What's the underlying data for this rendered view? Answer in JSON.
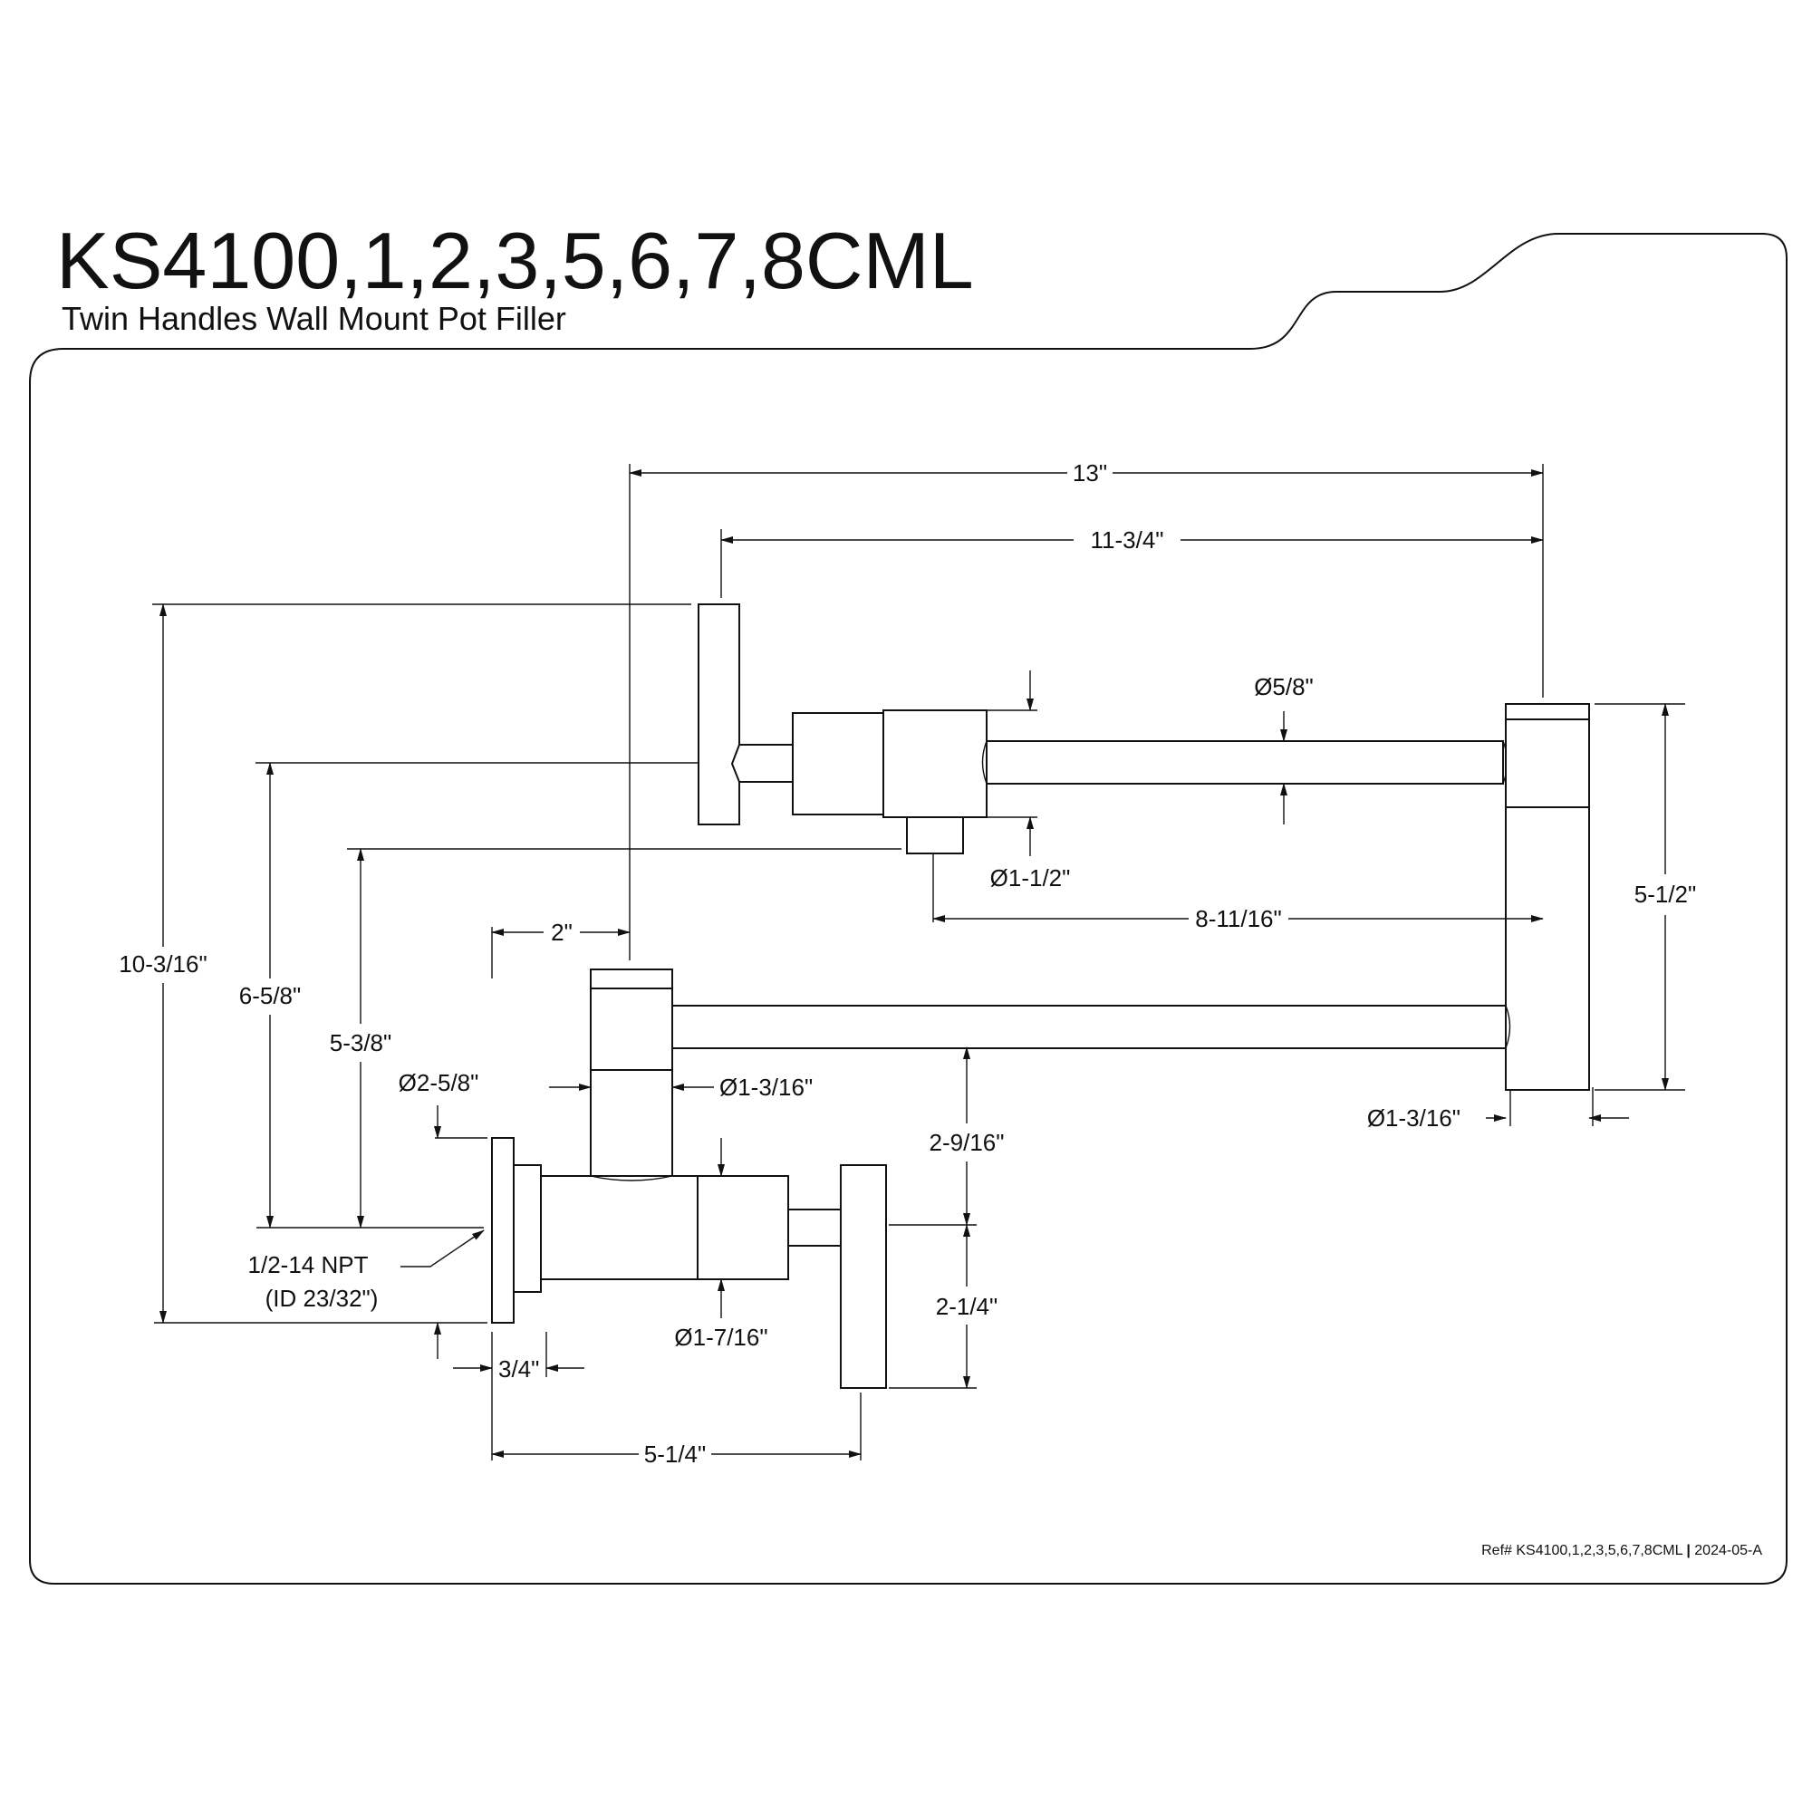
{
  "header": {
    "model": "KS4100,1,2,3,5,6,7,8CML",
    "description": "Twin Handles Wall Mount Pot Filler"
  },
  "footer": {
    "reference": "Ref# KS4100,1,2,3,5,6,7,8CML",
    "separator": "|",
    "revision": "2024-05-A"
  },
  "dimensions": {
    "overall_width": "13\"",
    "upper_width": "11-3/4\"",
    "spout_diameter": "Ø5/8\"",
    "swivel_diameter": "Ø1-1/2\"",
    "spout_reach": "8-11/16\"",
    "elbow_height": "5-1/2\"",
    "overall_height": "10-3/16\"",
    "handle_height": "6-5/8\"",
    "swivel_height": "5-3/8\"",
    "offset": "2\"",
    "flange_diameter": "Ø2-5/8\"",
    "riser_diameter": "Ø1-3/16\"",
    "elbow_diameter": "Ø1-3/16\"",
    "lower_arm_clearance": "2-9/16\"",
    "lower_handle_drop": "2-1/4\"",
    "valve_body_diameter": "Ø1-7/16\"",
    "flange_depth": "3/4\"",
    "projection": "5-1/4\"",
    "thread_spec": "1/2-14 NPT",
    "thread_id": "(ID 23/32\")"
  }
}
